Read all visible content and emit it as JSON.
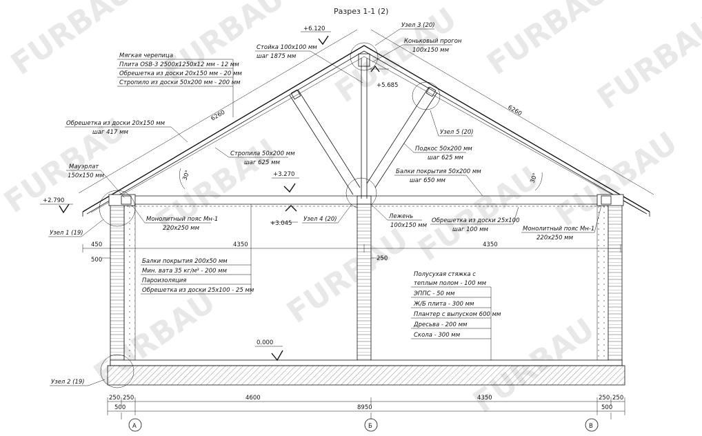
{
  "title": "Разрез 1-1 (2)",
  "watermark": "FURBAU",
  "levels": {
    "ridge_top": "+6.120",
    "ridge_under": "+5.685",
    "ceiling_top": "+3.270",
    "ceiling_bottom": "+3.045",
    "eave": "+2.790",
    "floor": "0.000"
  },
  "roof_layers": {
    "l1": "Мягкая черепица",
    "l2": "Плита OSB-3 2500х1250х12 мм - 12 мм",
    "l3": "Обрешетка из доски 20х150 мм - 20 мм",
    "l4": "Стропило из доски 50х200 мм - 200 мм"
  },
  "labels": {
    "post_1": "Стойка 100х100 мм",
    "post_2": "шаг 1875 мм",
    "node3": "Узел 3 (20)",
    "ridge_1": "Коньковый прогон",
    "ridge_2": "100х150 мм",
    "batten_1": "Обрешетка из доски 20х150 мм",
    "batten_2": "шаг 417 мм",
    "rafter_1": "Стропила 50х200 мм",
    "rafter_2": "шаг 625 мм",
    "node5": "Узел 5 (20)",
    "brace_1": "Подкос 50х200 мм",
    "brace_2": "шаг 625 мм",
    "beam_1": "Балки покрытия 50х200 мм",
    "beam_2": "шаг 650 мм",
    "mauer_1": "Мауэрлат",
    "mauer_2": "150х150 мм",
    "belt_l_1": "Монолитный пояс Мн-1",
    "belt_l_2": "220х250 мм",
    "node4": "Узел 4 (20)",
    "lezhen_1": "Лежень",
    "lezhen_2": "100х150 мм",
    "batten2_1": "Обрешетка из доски 25х100",
    "batten2_2": "шаг 100 мм",
    "belt_r_1": "Монолитный пояс Мн-1",
    "belt_r_2": "220х250 мм",
    "node1": "Узел 1 (19)",
    "node2": "Узел 2 (19)",
    "angle_l": "30°",
    "angle_r": "30°",
    "slope_l": "6260",
    "slope_r": "6260"
  },
  "ceiling_layers": {
    "l1": "Балки покрытия 200х50 мм",
    "l2": "Мин. вата 35 кг/м³ - 200 мм",
    "l3": "Пароизоляция",
    "l4": "Обрешетка из доски 25х100 - 25 мм"
  },
  "floor_layers": {
    "l1a": "Полусухая стяжка с",
    "l1b": "теплым полом - 100 мм",
    "l2": "ЭППС - 50 мм",
    "l3": "Ж/Б плита - 300 мм",
    "l4": "Плантер с выпуском 600 мм",
    "l5": "Дресьва - 200 мм",
    "l6": "Скола - 300 мм"
  },
  "dims": {
    "d450": "450",
    "d4350a": "4350",
    "d4350b": "4350",
    "d500a": "500",
    "d250a": "250",
    "b250a": "250",
    "b250b": "250",
    "b4600": "4600",
    "b4350": "4350",
    "b250c": "250",
    "b250d": "250",
    "b500a": "500",
    "b8950": "8950",
    "b500b": "500"
  },
  "axes": {
    "a": "А",
    "b": "Б",
    "c": "В"
  }
}
